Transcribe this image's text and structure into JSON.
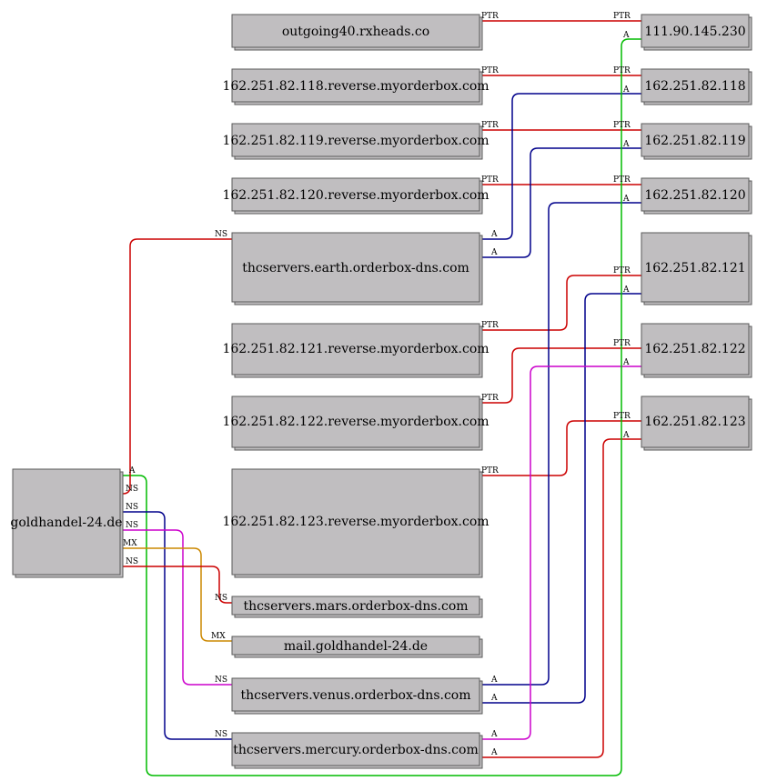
{
  "colors": {
    "ptr": "#cc0000",
    "a_blue": "#00008b",
    "a_green": "#00bb00",
    "ns_purple": "#cc00cc",
    "mx_orange": "#cc8800",
    "box_fill": "#c0bec0"
  },
  "nodes": {
    "outgoing40": "outgoing40.rxheads.co",
    "rev118": "162.251.82.118.reverse.myorderbox.com",
    "rev119": "162.251.82.119.reverse.myorderbox.com",
    "rev120": "162.251.82.120.reverse.myorderbox.com",
    "earth": "thcservers.earth.orderbox-dns.com",
    "rev121": "162.251.82.121.reverse.myorderbox.com",
    "rev122": "162.251.82.122.reverse.myorderbox.com",
    "rev123": "162.251.82.123.reverse.myorderbox.com",
    "goldhandel": "goldhandel-24.de",
    "mars": "thcservers.mars.orderbox-dns.com",
    "mail": "mail.goldhandel-24.de",
    "venus": "thcservers.venus.orderbox-dns.com",
    "mercury": "thcservers.mercury.orderbox-dns.com",
    "ip230": "111.90.145.230",
    "ip118": "162.251.82.118",
    "ip119": "162.251.82.119",
    "ip120": "162.251.82.120",
    "ip121": "162.251.82.121",
    "ip122": "162.251.82.122",
    "ip123": "162.251.82.123"
  },
  "edge_labels": {
    "ptr": "PTR",
    "a": "A",
    "ns": "NS",
    "mx": "MX"
  }
}
